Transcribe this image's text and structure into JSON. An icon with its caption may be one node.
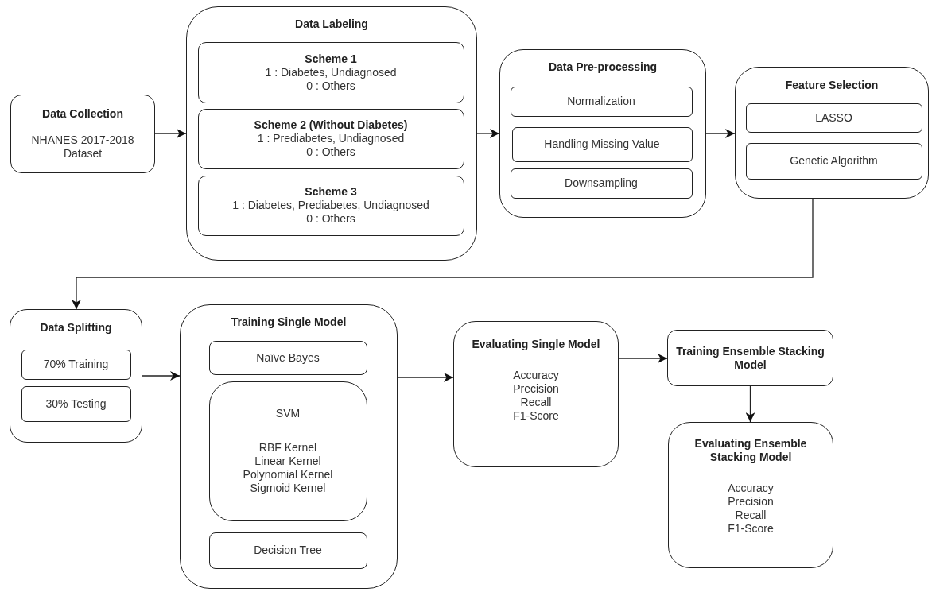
{
  "diagram": {
    "nodes": [
      {
        "text": [
          "Data Collection",
          "NHANES 2017-2018 Dataset"
        ]
      },
      {
        "text": [
          "Data Labeling"
        ]
      },
      {
        "text": [
          "Scheme 1",
          "1 : Diabetes, Undiagnosed",
          "0 : Others"
        ],
        "in": 1
      },
      {
        "text": [
          "Scheme 2 (Without Diabetes)",
          "1 : Prediabetes, Undiagnosed",
          "0 : Others"
        ],
        "in": 1
      },
      {
        "text": [
          "Scheme 3",
          "1 : Diabetes, Prediabetes, Undiagnosed",
          "0 : Others"
        ],
        "in": 1
      },
      {
        "text": [
          "Data Pre-processing"
        ]
      },
      {
        "text": [
          "Normalization"
        ],
        "in": 5
      },
      {
        "text": [
          "Handling Missing Value"
        ],
        "in": 5
      },
      {
        "text": [
          "Downsampling"
        ],
        "in": 5
      },
      {
        "text": [
          "Feature Selection"
        ]
      },
      {
        "text": [
          "LASSO"
        ],
        "in": 9
      },
      {
        "text": [
          "Genetic Algorithm"
        ],
        "in": 9
      },
      {
        "text": [
          "Data Splitting"
        ]
      },
      {
        "text": [
          "70% Training"
        ],
        "in": 12
      },
      {
        "text": [
          "30% Testing"
        ],
        "in": 12
      },
      {
        "text": [
          "Training Single Model"
        ]
      },
      {
        "text": [
          "Naïve Bayes"
        ],
        "in": 15
      },
      {
        "text": [
          "SVM",
          "RBF Kernel",
          "Linear Kernel",
          "Polynomial Kernel",
          "Sigmoid Kernel"
        ],
        "in": 15
      },
      {
        "text": [
          "Decision Tree"
        ],
        "in": 15
      },
      {
        "text": [
          "Evaluating Single Model",
          "Accuracy",
          "Precision",
          "Recall",
          "F1-Score"
        ]
      },
      {
        "text": [
          "Training Ensemble Stacking Model"
        ]
      },
      {
        "text": [
          "Evaluating Ensemble Stacking Model",
          "Accuracy",
          "Precision",
          "Recall",
          "F1-Score"
        ]
      }
    ],
    "edges": [
      {
        "from": 0,
        "to": 1,
        "arrow": "to"
      },
      {
        "from": 1,
        "to": 5,
        "arrow": "to"
      },
      {
        "from": 5,
        "to": 9,
        "arrow": "to"
      },
      {
        "from": 9,
        "to": 12,
        "arrow": "to"
      },
      {
        "from": 12,
        "to": 15,
        "arrow": "to"
      },
      {
        "from": 15,
        "to": 19,
        "arrow": "to"
      },
      {
        "from": 19,
        "to": 20,
        "arrow": "to"
      },
      {
        "from": 20,
        "to": 21,
        "arrow": "to"
      }
    ]
  }
}
